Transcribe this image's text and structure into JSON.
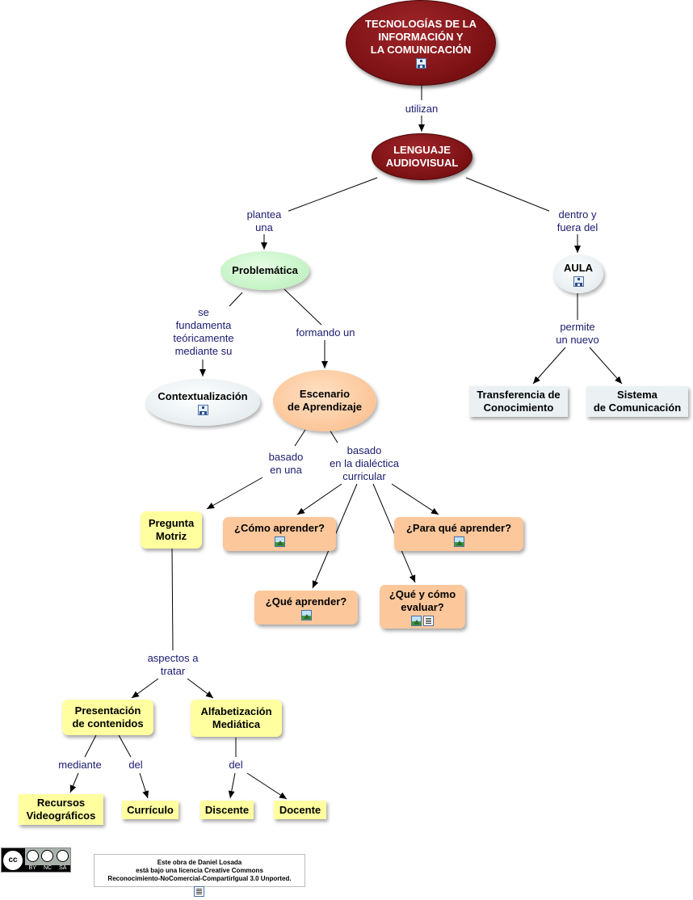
{
  "nodes": {
    "tic": "TECNOLOGÍAS DE LA\nINFORMACIÓN Y\nLA COMUNICACIÓN",
    "lenguaje": "LENGUAJE\nAUDIOVISUAL",
    "problematica": "Problemática",
    "aula": "AULA",
    "contextualizacion": "Contextualización",
    "escenario": "Escenario\nde Aprendizaje",
    "transferencia": "Transferencia de\nConocimiento",
    "sistema": "Sistema\nde Comunicación",
    "pregunta": "Pregunta\nMotriz",
    "como": "¿Cómo aprender?",
    "paraque": "¿Para qué aprender?",
    "que": "¿Qué aprender?",
    "queycomo": "¿Qué y cómo\nevaluar?",
    "presentacion": "Presentación\nde contenidos",
    "alfabetizacion": "Alfabetización\nMediática",
    "recursos": "Recursos\nVideográficos",
    "curriculo": "Currículo",
    "discente": "Discente",
    "docente": "Docente"
  },
  "links": {
    "utilizan": "utilizan",
    "plantea": "plantea\nuna",
    "dentro": "dentro y\nfuera del",
    "fundamenta": "se\nfundamenta\nteóricamente\nmediante su",
    "formando": "formando un",
    "permite": "permite\nun nuevo",
    "basado_una": "basado\nen una",
    "basado_dialectica": "basado\nen la dialéctica\ncurricular",
    "aspectos": "aspectos a\ntratar",
    "mediante": "mediante",
    "del1": "del",
    "del2": "del"
  },
  "icons": {
    "concept_map": "concept-map-icon",
    "image": "image-icon",
    "document": "document-icon"
  },
  "license": {
    "text": "Este obra de Daniel Losada\nestá bajo una licencia Creative Commons\nReconocimiento-NoComercial-CompartirIgual 3.0 Unported.",
    "badge_left": "cc",
    "badge_labels": [
      "BY",
      "NC",
      "SA"
    ]
  },
  "colors": {
    "dark_red": "#7a1013",
    "link_text": "#1a1a6e",
    "peach": "#fbc79b",
    "yellow": "#ffffa0",
    "green": "#bff0bf",
    "light_gray": "#e4ecef"
  }
}
